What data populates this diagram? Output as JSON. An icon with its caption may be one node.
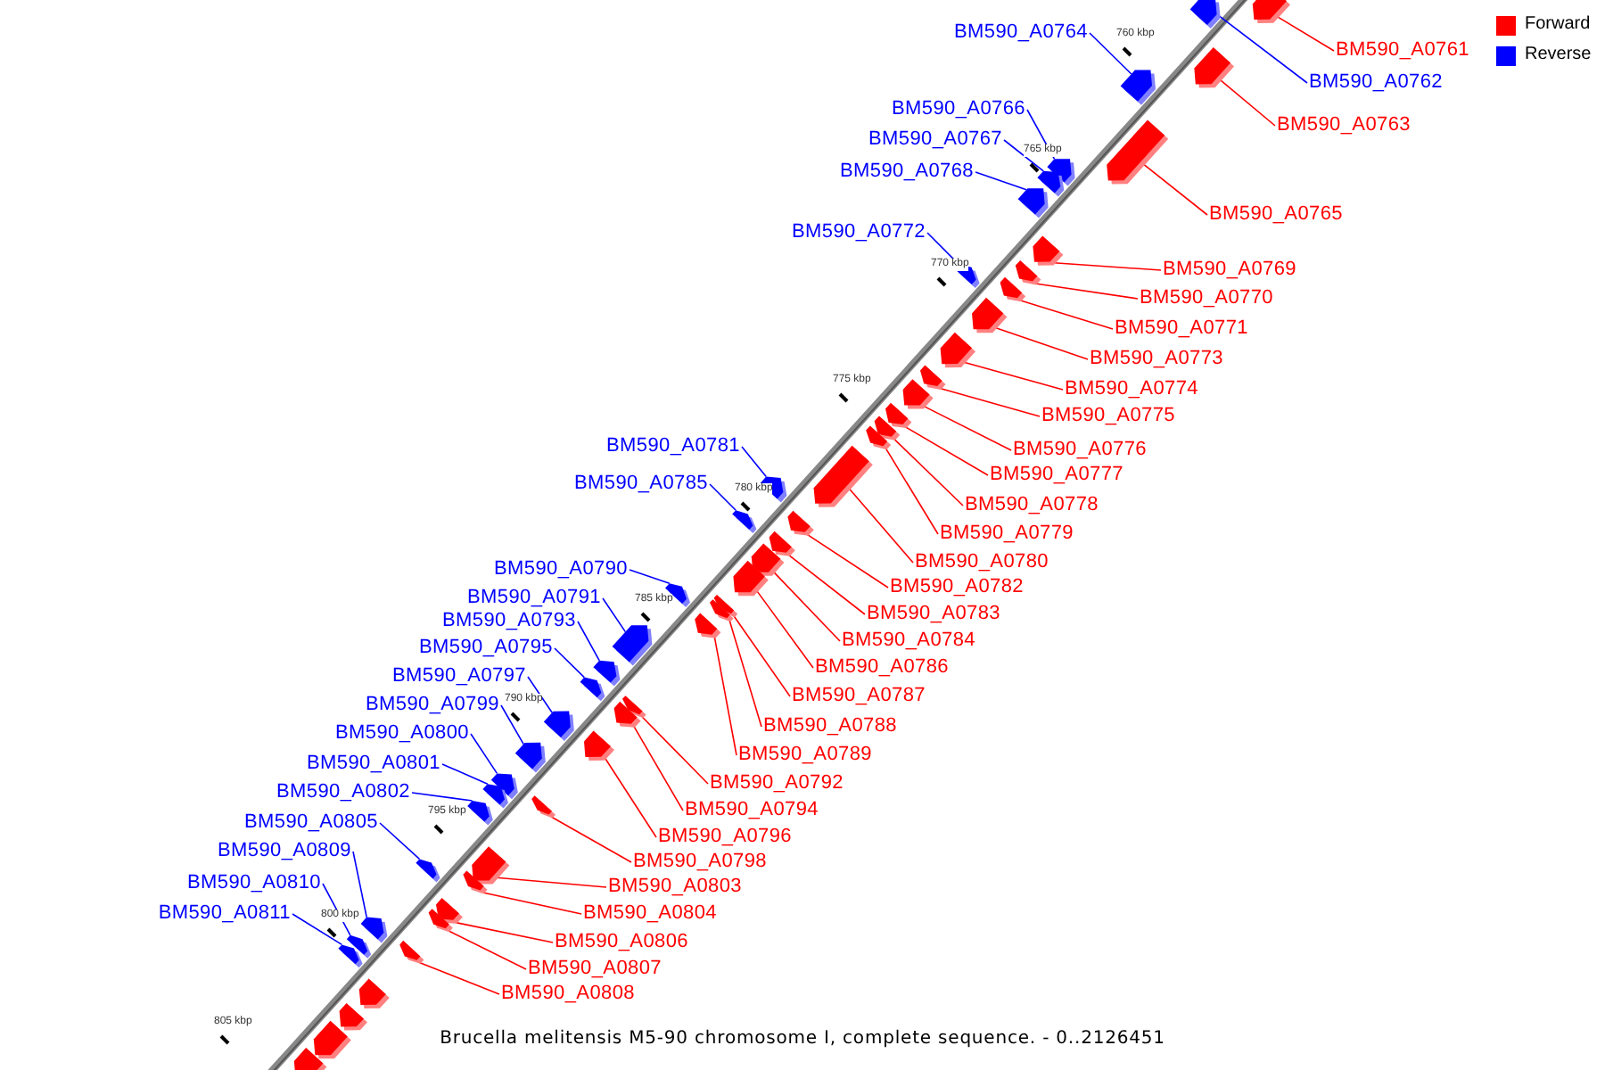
{
  "diagram": {
    "caption": "Brucella melitensis M5-90 chromosome I, complete sequence. - 0..2126451",
    "nodes": [
      {
        "text": [
          "BM590_A0764"
        ]
      },
      {
        "text": [
          "BM590_A0761"
        ]
      },
      {
        "text": [
          "BM590_A0762"
        ]
      },
      {
        "text": [
          "BM590_A0766"
        ]
      },
      {
        "text": [
          "BM590_A0763"
        ]
      },
      {
        "text": [
          "BM590_A0767"
        ]
      },
      {
        "text": [
          "BM590_A0768"
        ]
      },
      {
        "text": [
          "BM590_A0765"
        ]
      },
      {
        "text": [
          "BM590_A0772"
        ]
      },
      {
        "text": [
          "BM590_A0769"
        ]
      },
      {
        "text": [
          "BM590_A0770"
        ]
      },
      {
        "text": [
          "BM590_A0771"
        ]
      },
      {
        "text": [
          "BM590_A0773"
        ]
      },
      {
        "text": [
          "BM590_A0774"
        ]
      },
      {
        "text": [
          "BM590_A0775"
        ]
      },
      {
        "text": [
          "BM590_A0781"
        ]
      },
      {
        "text": [
          "BM590_A0776"
        ]
      },
      {
        "text": [
          "BM590_A0777"
        ]
      },
      {
        "text": [
          "BM590_A0785"
        ]
      },
      {
        "text": [
          "BM590_A0778"
        ]
      },
      {
        "text": [
          "BM590_A0779"
        ]
      },
      {
        "text": [
          "BM590_A0780"
        ]
      },
      {
        "text": [
          "BM590_A0790"
        ]
      },
      {
        "text": [
          "BM590_A0782"
        ]
      },
      {
        "text": [
          "BM590_A0791"
        ]
      },
      {
        "text": [
          "BM590_A0783"
        ]
      },
      {
        "text": [
          "BM590_A0793"
        ]
      },
      {
        "text": [
          "BM590_A0784"
        ]
      },
      {
        "text": [
          "BM590_A0795"
        ]
      },
      {
        "text": [
          "BM590_A0786"
        ]
      },
      {
        "text": [
          "BM590_A0797"
        ]
      },
      {
        "text": [
          "BM590_A0787"
        ]
      },
      {
        "text": [
          "BM590_A0799"
        ]
      },
      {
        "text": [
          "BM590_A0788"
        ]
      },
      {
        "text": [
          "BM590_A0800"
        ]
      },
      {
        "text": [
          "BM590_A0789"
        ]
      },
      {
        "text": [
          "BM590_A0801"
        ]
      },
      {
        "text": [
          "BM590_A0792"
        ]
      },
      {
        "text": [
          "BM590_A0802"
        ]
      },
      {
        "text": [
          "BM590_A0794"
        ]
      },
      {
        "text": [
          "BM590_A0805"
        ]
      },
      {
        "text": [
          "BM590_A0796"
        ]
      },
      {
        "text": [
          "BM590_A0809"
        ]
      },
      {
        "text": [
          "BM590_A0798"
        ]
      },
      {
        "text": [
          "BM590_A0810"
        ]
      },
      {
        "text": [
          "BM590_A0803"
        ]
      },
      {
        "text": [
          "BM590_A0811"
        ]
      },
      {
        "text": [
          "BM590_A0804"
        ]
      },
      {
        "text": [
          "BM590_A0806"
        ]
      },
      {
        "text": [
          "BM590_A0807"
        ]
      },
      {
        "text": [
          "BM590_A0808"
        ]
      },
      {
        "text": [],
        "shape": "arrow"
      },
      {
        "text": [],
        "shape": "arrow"
      },
      {
        "text": [],
        "shape": "arrow"
      },
      {
        "text": [],
        "shape": "arrow"
      },
      {
        "text": [],
        "shape": "arrow"
      },
      {
        "text": [],
        "shape": "arrow"
      },
      {
        "text": [],
        "shape": "arrow"
      },
      {
        "text": [],
        "shape": "arrow"
      },
      {
        "text": [],
        "shape": "arrow"
      },
      {
        "text": [],
        "shape": "arrow"
      },
      {
        "text": [],
        "shape": "arrow"
      },
      {
        "text": [],
        "shape": "arrow"
      },
      {
        "text": [],
        "shape": "arrow"
      },
      {
        "text": [],
        "shape": "arrow"
      },
      {
        "text": [],
        "shape": "arrow"
      },
      {
        "text": [],
        "shape": "arrow"
      },
      {
        "text": [],
        "shape": "arrow"
      },
      {
        "text": [],
        "shape": "arrow"
      },
      {
        "text": [],
        "shape": "arrow"
      },
      {
        "text": [],
        "shape": "arrow"
      },
      {
        "text": [],
        "shape": "arrow"
      },
      {
        "text": [],
        "shape": "arrow"
      },
      {
        "text": [],
        "shape": "arrow"
      },
      {
        "text": [],
        "shape": "arrow"
      },
      {
        "text": [],
        "shape": "arrow"
      },
      {
        "text": [],
        "shape": "arrow"
      },
      {
        "text": [],
        "shape": "arrow"
      },
      {
        "text": [],
        "shape": "arrow"
      },
      {
        "text": [],
        "shape": "arrow"
      },
      {
        "text": [],
        "shape": "arrow"
      },
      {
        "text": [],
        "shape": "arrow"
      },
      {
        "text": [],
        "shape": "arrow"
      },
      {
        "text": [],
        "shape": "arrow"
      },
      {
        "text": [],
        "shape": "arrow"
      },
      {
        "text": [],
        "shape": "arrow"
      },
      {
        "text": [],
        "shape": "arrow"
      },
      {
        "text": [],
        "shape": "arrow"
      },
      {
        "text": [],
        "shape": "arrow"
      },
      {
        "text": [],
        "shape": "arrow"
      },
      {
        "text": [],
        "shape": "arrow"
      },
      {
        "text": [],
        "shape": "arrow"
      },
      {
        "text": [],
        "shape": "arrow"
      },
      {
        "text": [],
        "shape": "arrow"
      },
      {
        "text": [],
        "shape": "arrow"
      },
      {
        "text": [],
        "shape": "arrow"
      },
      {
        "text": [],
        "shape": "arrow"
      },
      {
        "text": [],
        "shape": "arrow"
      },
      {
        "text": [],
        "shape": "arrow"
      },
      {
        "text": [],
        "shape": "arrow"
      },
      {
        "text": [],
        "shape": "arrow"
      },
      {
        "text": [],
        "shape": "arrow"
      },
      {
        "text": [],
        "shape": "arrow"
      },
      {
        "text": [],
        "shape": "arrow"
      },
      {
        "text": [],
        "shape": "arrow"
      },
      {
        "text": [],
        "shape": "arrow"
      }
    ],
    "edges": [
      {
        "from": 0,
        "to": 51,
        "arrow": "none",
        "color": "#0000ff"
      },
      {
        "from": 1,
        "to": 52,
        "arrow": "none",
        "color": "#ff0000"
      },
      {
        "from": 2,
        "to": 53,
        "arrow": "none",
        "color": "#0000ff"
      },
      {
        "from": 3,
        "to": 54,
        "arrow": "none",
        "color": "#0000ff"
      },
      {
        "from": 4,
        "to": 55,
        "arrow": "none",
        "color": "#ff0000"
      },
      {
        "from": 5,
        "to": 56,
        "arrow": "none",
        "color": "#0000ff"
      },
      {
        "from": 6,
        "to": 57,
        "arrow": "none",
        "color": "#0000ff"
      },
      {
        "from": 7,
        "to": 58,
        "arrow": "none",
        "color": "#ff0000"
      },
      {
        "from": 8,
        "to": 59,
        "arrow": "none",
        "color": "#0000ff"
      },
      {
        "from": 9,
        "to": 60,
        "arrow": "none",
        "color": "#ff0000"
      },
      {
        "from": 10,
        "to": 61,
        "arrow": "none",
        "color": "#ff0000"
      },
      {
        "from": 11,
        "to": 62,
        "arrow": "none",
        "color": "#ff0000"
      },
      {
        "from": 12,
        "to": 63,
        "arrow": "none",
        "color": "#ff0000"
      },
      {
        "from": 13,
        "to": 64,
        "arrow": "none",
        "color": "#ff0000"
      },
      {
        "from": 14,
        "to": 65,
        "arrow": "none",
        "color": "#ff0000"
      },
      {
        "from": 15,
        "to": 66,
        "arrow": "none",
        "color": "#0000ff"
      },
      {
        "from": 16,
        "to": 67,
        "arrow": "none",
        "color": "#ff0000"
      },
      {
        "from": 17,
        "to": 68,
        "arrow": "none",
        "color": "#ff0000"
      },
      {
        "from": 18,
        "to": 69,
        "arrow": "none",
        "color": "#0000ff"
      },
      {
        "from": 19,
        "to": 70,
        "arrow": "none",
        "color": "#ff0000"
      },
      {
        "from": 20,
        "to": 71,
        "arrow": "none",
        "color": "#ff0000"
      },
      {
        "from": 21,
        "to": 72,
        "arrow": "none",
        "color": "#ff0000"
      },
      {
        "from": 22,
        "to": 73,
        "arrow": "none",
        "color": "#0000ff"
      },
      {
        "from": 23,
        "to": 74,
        "arrow": "none",
        "color": "#ff0000"
      },
      {
        "from": 24,
        "to": 75,
        "arrow": "none",
        "color": "#0000ff"
      },
      {
        "from": 25,
        "to": 76,
        "arrow": "none",
        "color": "#ff0000"
      },
      {
        "from": 26,
        "to": 77,
        "arrow": "none",
        "color": "#0000ff"
      },
      {
        "from": 27,
        "to": 78,
        "arrow": "none",
        "color": "#ff0000"
      },
      {
        "from": 28,
        "to": 79,
        "arrow": "none",
        "color": "#0000ff"
      },
      {
        "from": 29,
        "to": 80,
        "arrow": "none",
        "color": "#ff0000"
      },
      {
        "from": 30,
        "to": 81,
        "arrow": "none",
        "color": "#0000ff"
      },
      {
        "from": 31,
        "to": 82,
        "arrow": "none",
        "color": "#ff0000"
      },
      {
        "from": 32,
        "to": 83,
        "arrow": "none",
        "color": "#0000ff"
      },
      {
        "from": 33,
        "to": 84,
        "arrow": "none",
        "color": "#ff0000"
      },
      {
        "from": 34,
        "to": 85,
        "arrow": "none",
        "color": "#0000ff"
      },
      {
        "from": 35,
        "to": 86,
        "arrow": "none",
        "color": "#ff0000"
      },
      {
        "from": 36,
        "to": 87,
        "arrow": "none",
        "color": "#0000ff"
      },
      {
        "from": 37,
        "to": 88,
        "arrow": "none",
        "color": "#ff0000"
      },
      {
        "from": 38,
        "to": 89,
        "arrow": "none",
        "color": "#0000ff"
      },
      {
        "from": 39,
        "to": 90,
        "arrow": "none",
        "color": "#ff0000"
      },
      {
        "from": 40,
        "to": 91,
        "arrow": "none",
        "color": "#0000ff"
      },
      {
        "from": 41,
        "to": 92,
        "arrow": "none",
        "color": "#ff0000"
      },
      {
        "from": 42,
        "to": 93,
        "arrow": "none",
        "color": "#0000ff"
      },
      {
        "from": 43,
        "to": 94,
        "arrow": "none",
        "color": "#ff0000"
      },
      {
        "from": 44,
        "to": 95,
        "arrow": "none",
        "color": "#0000ff"
      },
      {
        "from": 45,
        "to": 96,
        "arrow": "none",
        "color": "#ff0000"
      },
      {
        "from": 46,
        "to": 97,
        "arrow": "none",
        "color": "#0000ff"
      },
      {
        "from": 47,
        "to": 98,
        "arrow": "none",
        "color": "#ff0000"
      },
      {
        "from": 48,
        "to": 99,
        "arrow": "none",
        "color": "#ff0000"
      },
      {
        "from": 49,
        "to": 100,
        "arrow": "none",
        "color": "#ff0000"
      },
      {
        "from": 50,
        "to": 101,
        "arrow": "none",
        "color": "#ff0000"
      }
    ],
    "labels": [
      "760 kbp",
      "765 kbp",
      "770 kbp",
      "775 kbp",
      "780 kbp",
      "785 kbp",
      "790 kbp",
      "795 kbp",
      "800 kbp",
      "805 kbp"
    ],
    "legend": [
      {
        "text": "Forward",
        "color": "#ff0000"
      },
      {
        "text": "Reverse",
        "color": "#0000ff"
      }
    ]
  }
}
